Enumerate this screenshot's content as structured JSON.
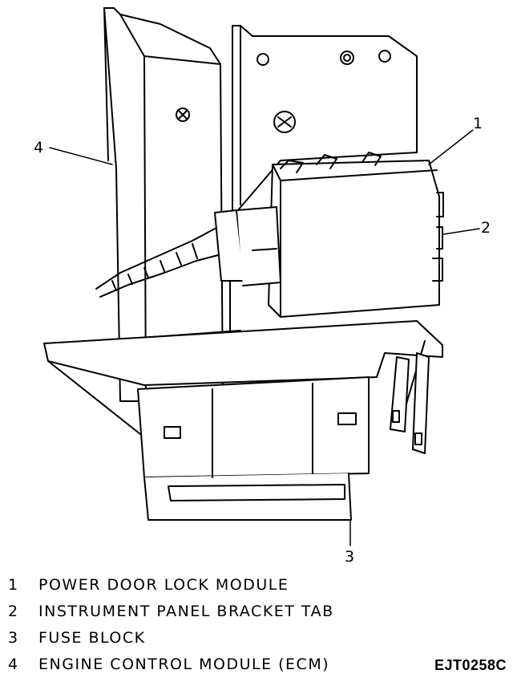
{
  "callouts": {
    "c1": "1",
    "c2": "2",
    "c3": "3",
    "c4": "4"
  },
  "legend": [
    {
      "number": "1",
      "text": "POWER DOOR LOCK MODULE"
    },
    {
      "number": "2",
      "text": "INSTRUMENT PANEL BRACKET TAB"
    },
    {
      "number": "3",
      "text": "FUSE BLOCK"
    },
    {
      "number": "4",
      "text": "ENGINE CONTROL MODULE (ECM)"
    }
  ],
  "figure_code": "EJT0258C"
}
